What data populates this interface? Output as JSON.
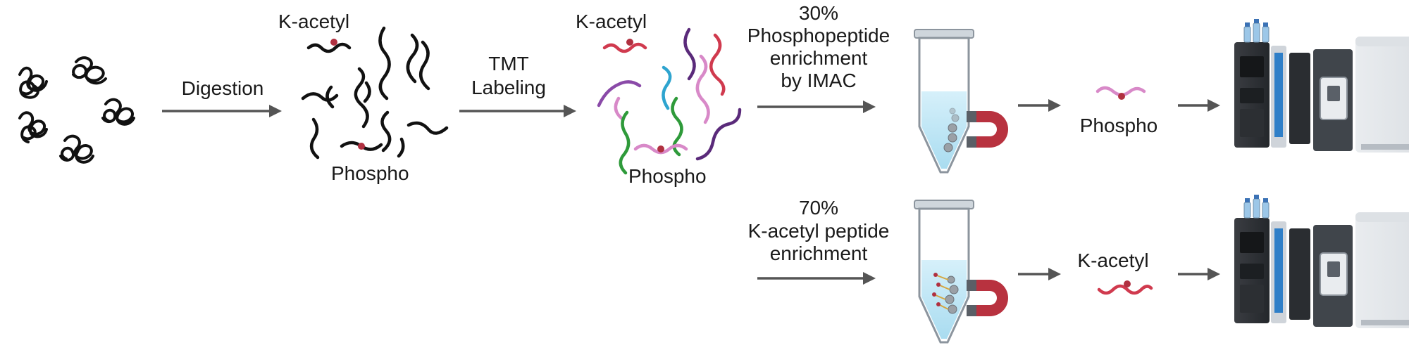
{
  "steps": {
    "digestion": "Digestion",
    "tmt_line1": "TMT",
    "tmt_line2": "Labeling"
  },
  "labels": {
    "kacetyl_1": "K-acetyl",
    "phospho_1": "Phospho",
    "kacetyl_2": "K-acetyl",
    "phospho_2": "Phospho"
  },
  "branch_top": {
    "line1": "30%",
    "line2": "Phosphopeptide",
    "line3": "enrichment",
    "line4": "by IMAC",
    "product": "Phospho"
  },
  "branch_bottom": {
    "line1": "70%",
    "line2": "K-acetyl peptide",
    "line3": "enrichment",
    "product": "K-acetyl"
  },
  "colors": {
    "black_peptide": "#111111",
    "modification_dot": "#b03040",
    "red_peptide": "#d03a4e",
    "purple_peptide": "#8a4aa8",
    "dark_purple_peptide": "#5a2a7a",
    "blue_peptide": "#2ea4cf",
    "green_peptide": "#2e9a3a",
    "pink_peptide": "#d889c8",
    "magnet_red": "#b8323f",
    "arrow_gray": "#555555",
    "tube_liquid": "#bfe6f5"
  },
  "icons": [
    "protein-blob-icon",
    "magnet-icon",
    "microcentrifuge-tube-icon",
    "mass-spectrometer-icon"
  ]
}
